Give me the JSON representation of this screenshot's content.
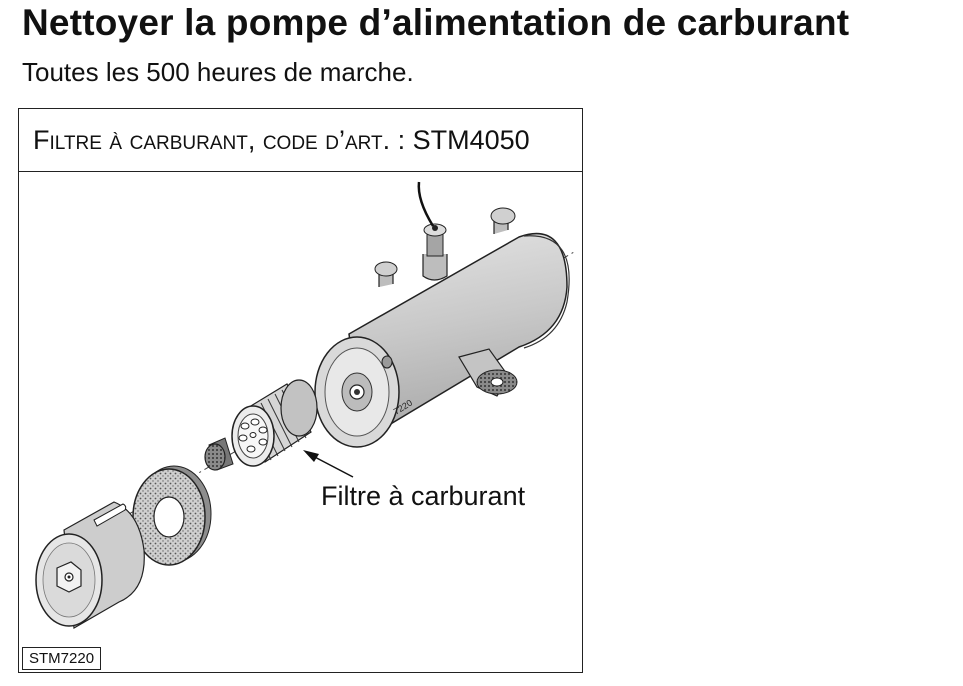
{
  "header": {
    "title": "Nettoyer la pompe d’alimentation de carburant",
    "subtitle": "Toutes les 500 heures de marche."
  },
  "figure": {
    "caption": "Filtre à carburant, code d’art. : STM4050",
    "callout_label": "Filtre à carburant",
    "drawing_number": "7220",
    "reference_code": "STM7220"
  }
}
